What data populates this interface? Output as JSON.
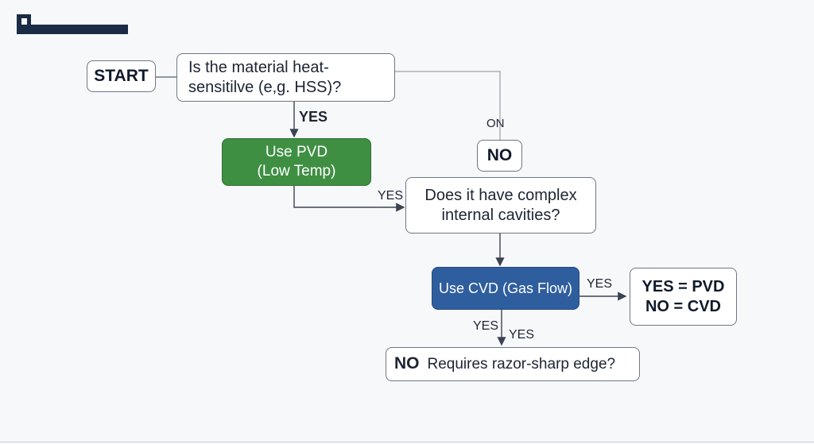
{
  "nodes": {
    "start": "START",
    "q_heat": "Is the material heat-\nsensitilve (e,g. HSS)?",
    "pvd": "Use PVD\n(Low Temp)",
    "no_box": "NO",
    "q_cavities": "Does it have complex\ninternal cavities?",
    "cvd": "Use CVD (Gas Flow)",
    "result": "YES = PVD\nNO = CVD",
    "last_no": "NO",
    "last_text": "Requires razor-sharp edge?"
  },
  "edge_labels": {
    "yes_heat_to_pvd": "YES",
    "flipped_no": "NO",
    "yes_pvd_to_cavities": "YES",
    "yes_cvd_to_result": "YES",
    "yes_cvd_down_left": "YES",
    "yes_cvd_down_right": "YES"
  },
  "colors": {
    "pvd_fill": "#3f8f43",
    "cvd_fill": "#2f5e9e",
    "line": "#6f7684",
    "dark": "#1b2b45"
  }
}
